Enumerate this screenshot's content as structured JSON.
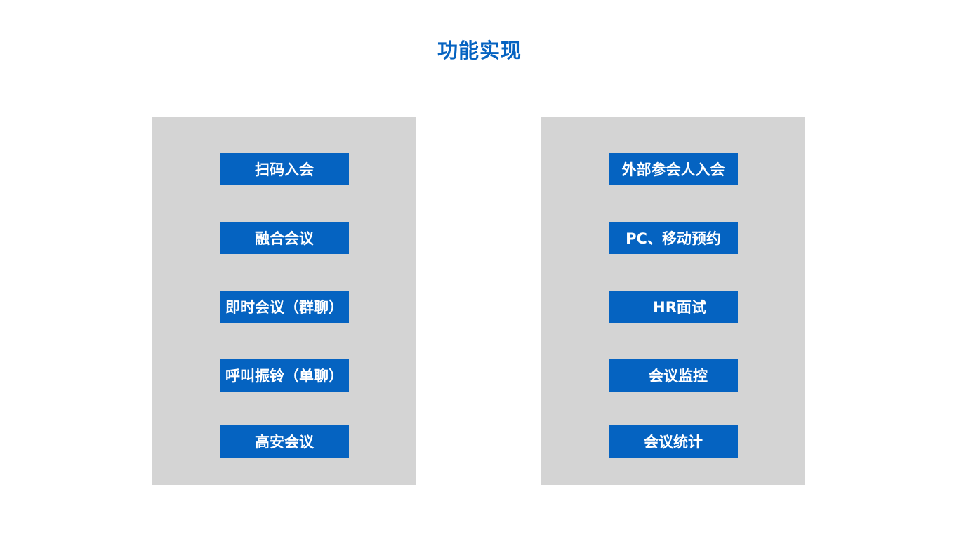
{
  "title": "功能实现",
  "left_panel": {
    "items": [
      {
        "label": "扫码入会"
      },
      {
        "label": "融合会议"
      },
      {
        "label": "即时会议（群聊）"
      },
      {
        "label": "呼叫振铃（单聊）"
      },
      {
        "label": "高安会议"
      }
    ]
  },
  "right_panel": {
    "items": [
      {
        "label": "外部参会人入会"
      },
      {
        "label": "PC、移动预约"
      },
      {
        "label": "HR面试"
      },
      {
        "label": "会议监控"
      },
      {
        "label": "会议统计"
      }
    ]
  },
  "colors": {
    "accent": "#0563c1",
    "panel_bg": "#d4d4d4",
    "label_text": "#ffffff"
  }
}
